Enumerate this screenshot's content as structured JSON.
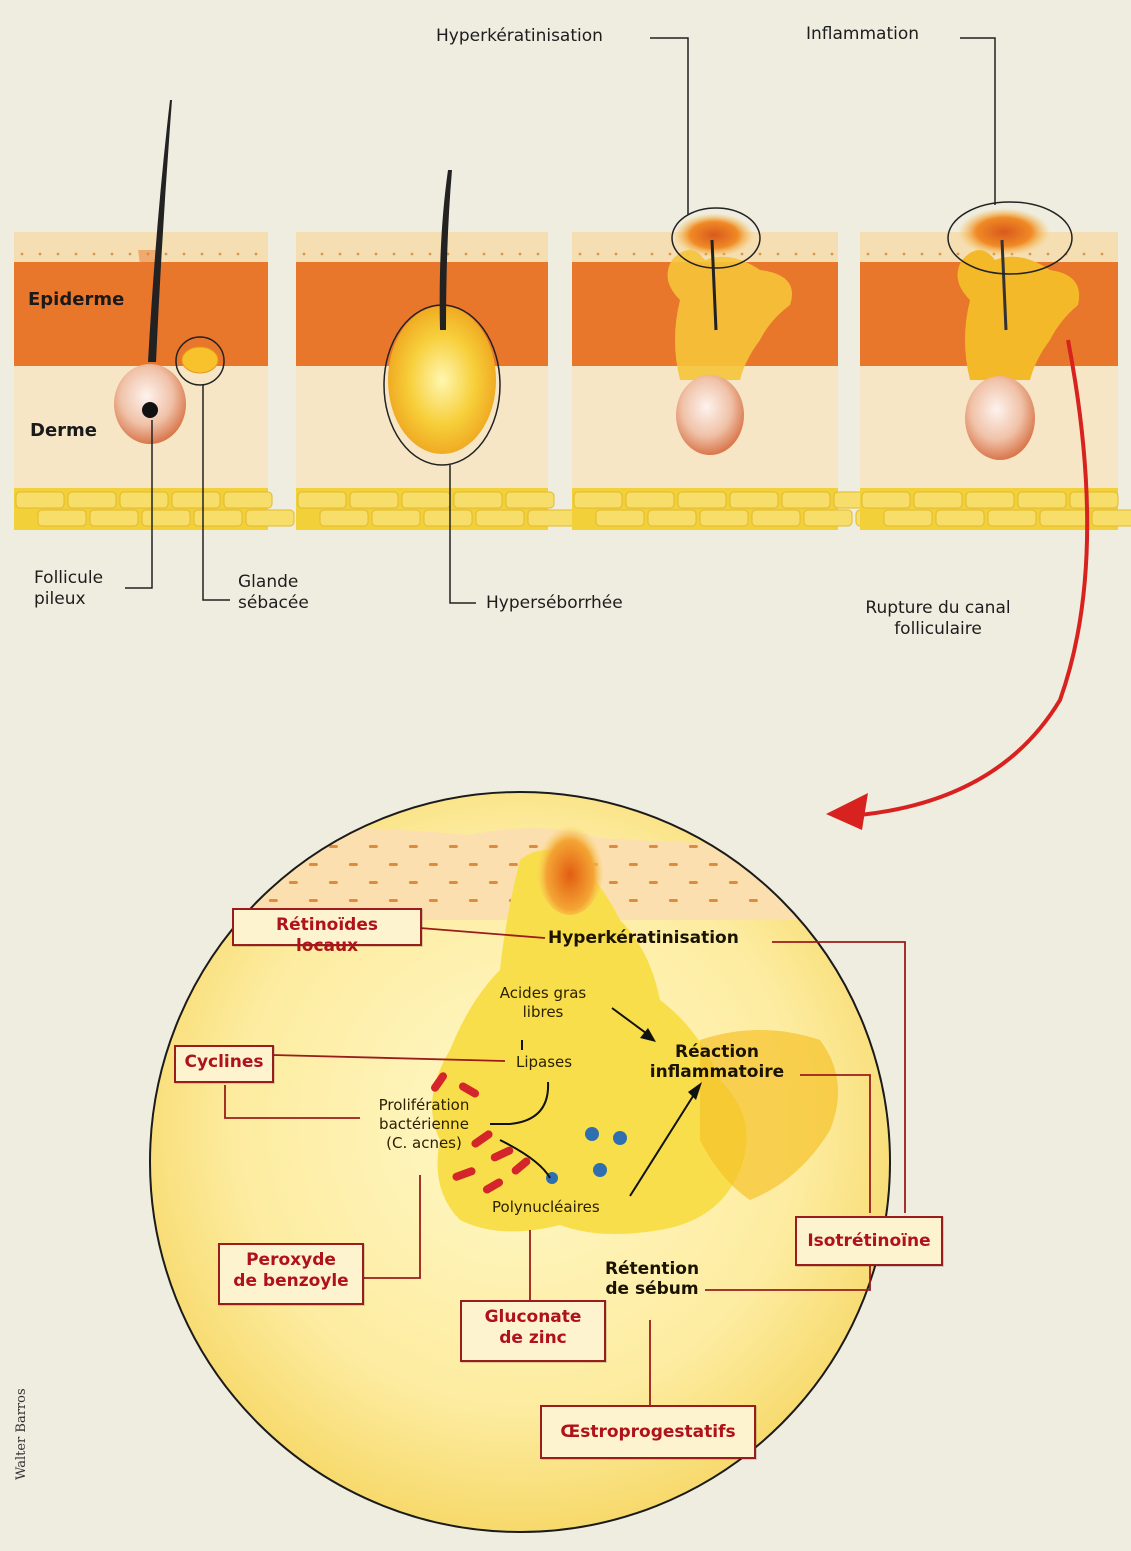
{
  "top_labels": {
    "hyperkeratinisation": "Hyperkératinisation",
    "inflammation": "Inflammation",
    "epiderme": "Epiderme",
    "derme": "Derme",
    "follicule": "Follicule\npileux",
    "glande": "Glande\nsébacée",
    "hyperseborrhee": "Hyperséborrhée",
    "rupture": "Rupture du canal\nfolliculaire"
  },
  "treatments": {
    "retinoides": "Rétinoïdes locaux",
    "cyclines": "Cyclines",
    "peroxyde": "Peroxyde\nde benzoyle",
    "gluconate": "Gluconate\nde zinc",
    "oestro": "Œstroprogestatifs",
    "isotretinoine": "Isotrétinoïne"
  },
  "mechanisms": {
    "hyperkeratinisation": "Hyperkératinisation",
    "acides": "Acides gras\nlibres",
    "lipases": "Lipases",
    "reaction": "Réaction\ninflammatoire",
    "proliferation": "Prolifération\nbactérienne\n(C. acnes)",
    "polynucleaires": "Polynucléaires",
    "retention": "Rétention\nde sébum"
  },
  "credit": "Walter Barros",
  "colors": {
    "epidermis": "#e8762b",
    "stratum": "#f5deb2",
    "dermis": "#f6e6c6",
    "fat": "#f2d03a",
    "sebum": "#f4b81f",
    "box_border": "#9b1c1c",
    "box_text": "#b0121b",
    "arrow": "#d8221f"
  },
  "icons": [
    "hair-icon",
    "sebaceous-gland-icon",
    "bacteria-icon",
    "neutrophil-icon",
    "arrow-icon"
  ]
}
